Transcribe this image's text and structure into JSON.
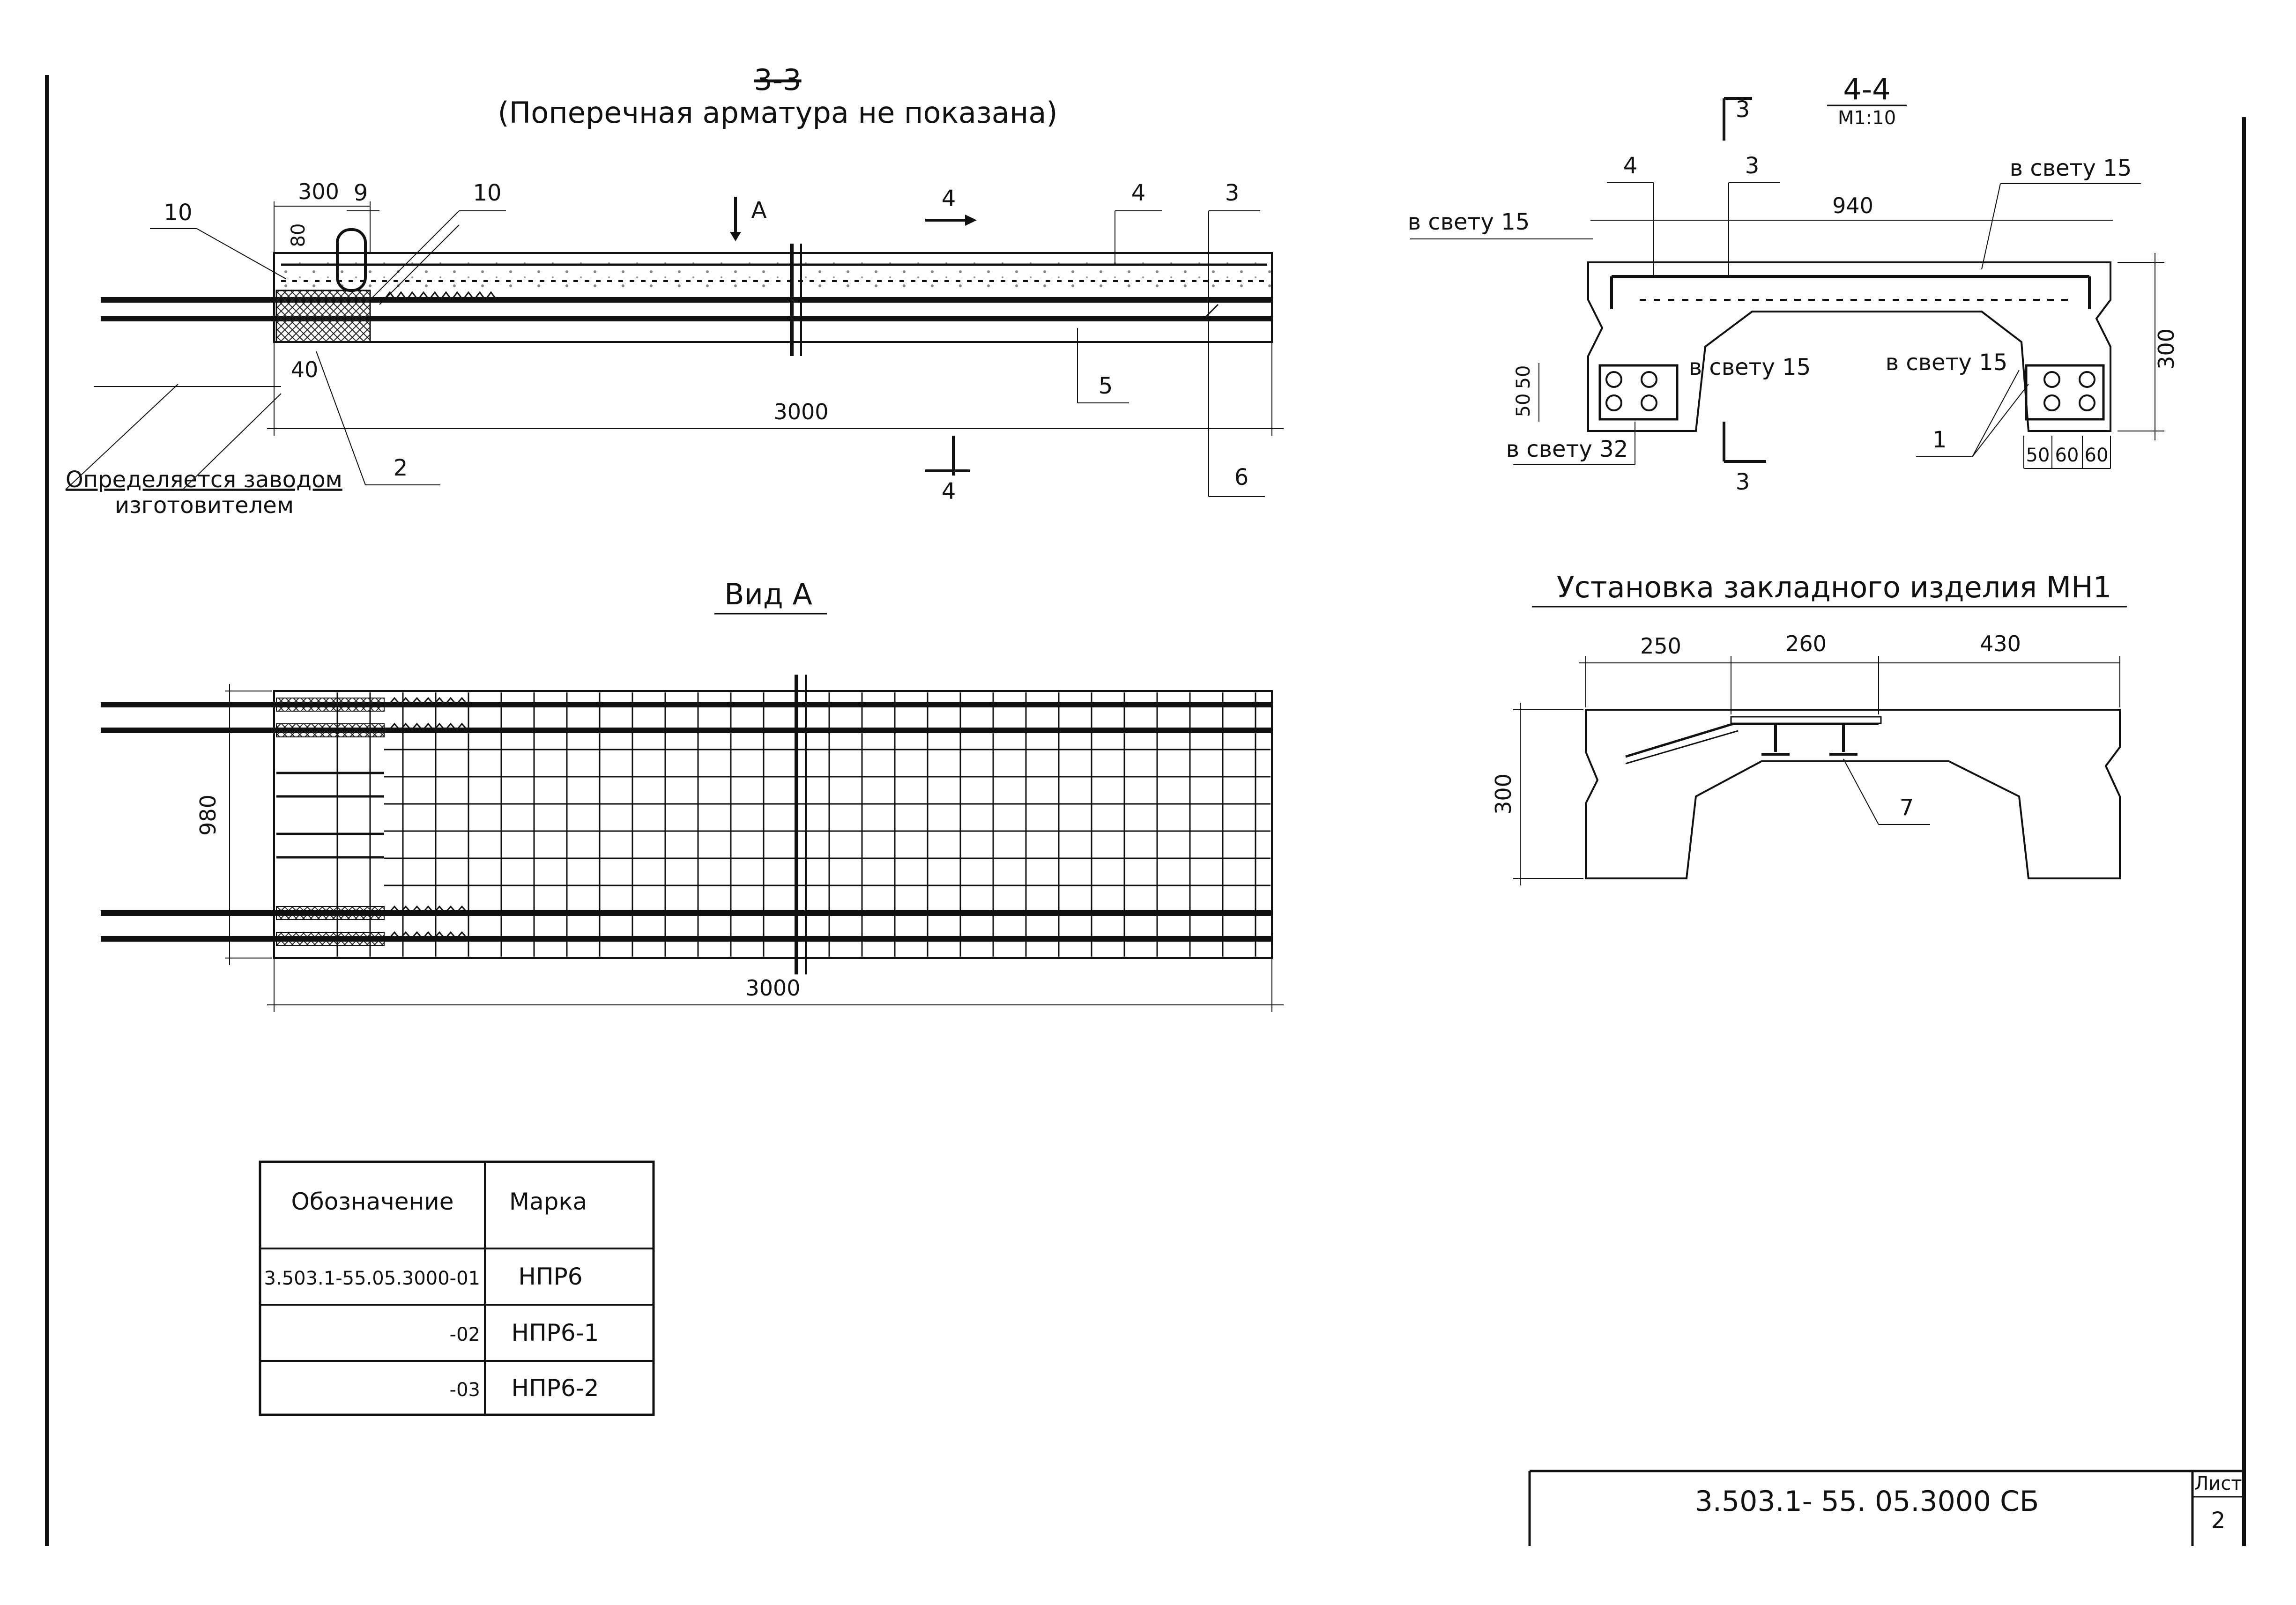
{
  "section_3_3": {
    "title": "3-3",
    "subtitle": "(Поперечная арматура не показана)",
    "dims": {
      "d300": "300",
      "d80": "80",
      "d40": "40",
      "d3000": "3000"
    },
    "callouts": {
      "c10a": "10",
      "c9": "9",
      "c10b": "10",
      "c4": "4",
      "c3": "3",
      "c5": "5",
      "c6": "6",
      "c2": "2",
      "cut_top": "4",
      "cut_bottom": "4",
      "view_arrow": "A"
    },
    "note_line1": "Определяется заводом",
    "note_line2": "изготовителем"
  },
  "section_4_4": {
    "title": "4-4",
    "scale": "М1:10",
    "cut_top": "3",
    "cut_bottom": "3",
    "dims": {
      "d940": "940",
      "d300": "300",
      "d50a": "50",
      "d50b": "50",
      "d50c": "50",
      "d60a": "60",
      "d60b": "60"
    },
    "callouts": {
      "c4": "4",
      "c3": "3",
      "c1": "1"
    },
    "clear_labels": {
      "top_right": "в свету 15",
      "left_top": "в свету 15",
      "mid_left": "в свету 15",
      "mid_right": "в свету 15",
      "bottom_left": "в свету 32"
    }
  },
  "view_a": {
    "title": "Вид А",
    "dims": {
      "d980": "980",
      "d3000": "3000"
    }
  },
  "embedded_part": {
    "title": "Установка закладного изделия МН1",
    "dims": {
      "d250": "250",
      "d260": "260",
      "d430": "430",
      "d300": "300"
    },
    "callout": "7"
  },
  "designation_table": {
    "headers": [
      "Обозначение",
      "Марка"
    ],
    "rows": [
      {
        "designation": "3.503.1-55.05.3000-01",
        "mark": "НПР6"
      },
      {
        "designation": "-02",
        "mark": "НПР6-1"
      },
      {
        "designation": "-03",
        "mark": "НПР6-2"
      }
    ]
  },
  "title_block": {
    "code": "3.503.1- 55. 05.3000 СБ",
    "sheet_label": "Лист",
    "sheet_number": "2"
  }
}
